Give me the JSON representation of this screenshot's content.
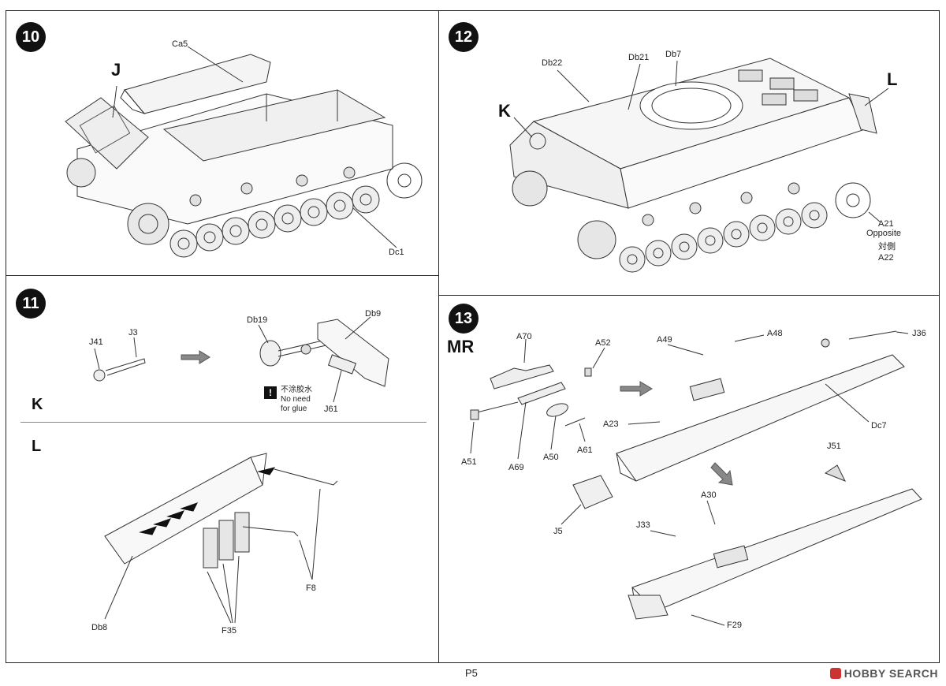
{
  "steps": {
    "s10": {
      "number": "10",
      "callout": "J",
      "labels": {
        "ca5": "Ca5",
        "dc1": "Dc1"
      }
    },
    "s11": {
      "number": "11",
      "sub_k": "K",
      "sub_l": "L",
      "labels": {
        "j41": "J41",
        "j3": "J3",
        "db19": "Db19",
        "db9": "Db9",
        "j61": "J61",
        "db8": "Db8",
        "f35": "F35",
        "f8": "F8"
      },
      "warning": {
        "symbol": "!",
        "jp": "不涂胶水",
        "line1": "No need",
        "line2": "for glue"
      }
    },
    "s12": {
      "number": "12",
      "callout_k": "K",
      "callout_l": "L",
      "labels": {
        "db22": "Db22",
        "db21": "Db21",
        "db7": "Db7",
        "a21": "A21",
        "opposite": "Opposite",
        "opposite_cn": "対側",
        "a22": "A22"
      }
    },
    "s13": {
      "number": "13",
      "callout": "MR",
      "labels": {
        "a70": "A70",
        "a52": "A52",
        "a51": "A51",
        "a69": "A69",
        "a50": "A50",
        "a61": "A61",
        "j5": "J5",
        "a49": "A49",
        "a48": "A48",
        "j36": "J36",
        "a23": "A23",
        "dc7": "Dc7",
        "j51": "J51",
        "a30": "A30",
        "j33": "J33",
        "f29": "F29"
      }
    }
  },
  "footer": {
    "page": "P5",
    "watermark": "HOBBY SEARCH"
  }
}
